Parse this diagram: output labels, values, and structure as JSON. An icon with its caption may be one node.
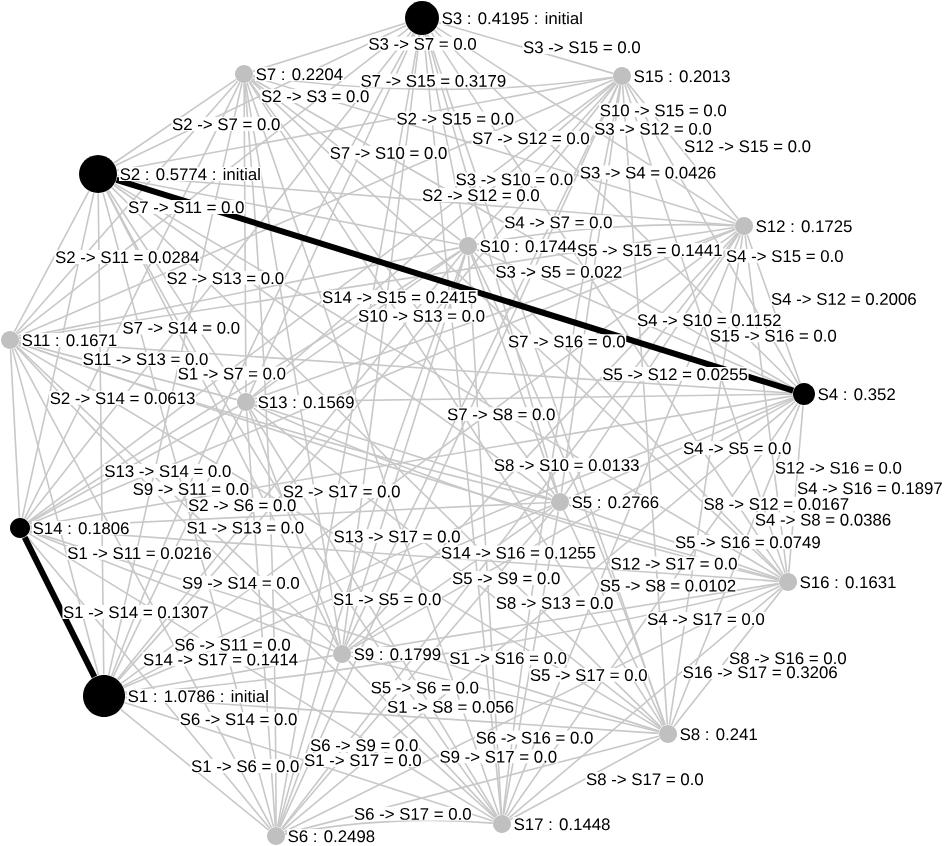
{
  "diagram": {
    "nodes": [
      {
        "text": [],
        "shape": "circle",
        "beside": [
          "S3 : 0.4195 : initial"
        ]
      },
      {
        "text": [],
        "shape": "circle",
        "beside": [
          "S7 : 0.2204"
        ]
      },
      {
        "text": [],
        "shape": "circle",
        "beside": [
          "S15 : 0.2013"
        ]
      },
      {
        "text": [],
        "shape": "circle",
        "beside": [
          "S2 : 0.5774 : initial"
        ]
      },
      {
        "text": [],
        "shape": "circle",
        "beside": [
          "S12 : 0.1725"
        ]
      },
      {
        "text": [],
        "shape": "circle",
        "beside": [
          "S10 : 0.1744"
        ]
      },
      {
        "text": [],
        "shape": "circle",
        "beside": [
          "S11 : 0.1671"
        ]
      },
      {
        "text": [],
        "shape": "circle",
        "beside": [
          "S4 : 0.352"
        ]
      },
      {
        "text": [],
        "shape": "circle",
        "beside": [
          "S13 : 0.1569"
        ]
      },
      {
        "text": [],
        "shape": "circle",
        "beside": [
          "S5 : 0.2766"
        ]
      },
      {
        "text": [],
        "shape": "circle",
        "beside": [
          "S14 : 0.1806"
        ]
      },
      {
        "text": [],
        "shape": "circle",
        "beside": [
          "S16 : 0.1631"
        ]
      },
      {
        "text": [],
        "shape": "circle",
        "beside": [
          "S9 : 0.1799"
        ]
      },
      {
        "text": [],
        "shape": "circle",
        "beside": [
          "S1 : 1.0786 : initial"
        ]
      },
      {
        "text": [],
        "shape": "circle",
        "beside": [
          "S8 : 0.241"
        ]
      },
      {
        "text": [],
        "shape": "circle",
        "beside": [
          "S17 : 0.1448"
        ]
      },
      {
        "text": [],
        "shape": "circle",
        "beside": [
          "S6 : 0.2498"
        ]
      }
    ],
    "edges": [
      {
        "from": 13,
        "to": 3,
        "arrow": "none"
      },
      {
        "from": 13,
        "to": 0,
        "arrow": "none"
      },
      {
        "from": 13,
        "to": 7,
        "arrow": "none"
      },
      {
        "from": 13,
        "to": 9,
        "arrow": "none",
        "label": "S1 -> S5 = 0.0"
      },
      {
        "from": 13,
        "to": 16,
        "arrow": "none",
        "label": "S1 -> S6 = 0.0"
      },
      {
        "from": 13,
        "to": 1,
        "arrow": "none",
        "label": "S1 -> S7 = 0.0"
      },
      {
        "from": 13,
        "to": 14,
        "arrow": "none",
        "label": "S1 -> S8 = 0.056"
      },
      {
        "from": 13,
        "to": 12,
        "arrow": "none"
      },
      {
        "from": 13,
        "to": 5,
        "arrow": "none"
      },
      {
        "from": 13,
        "to": 6,
        "arrow": "none",
        "label": "S1 -> S11 = 0.0216"
      },
      {
        "from": 13,
        "to": 4,
        "arrow": "none"
      },
      {
        "from": 13,
        "to": 8,
        "arrow": "none",
        "label": "S1 -> S13 = 0.0"
      },
      {
        "from": 13,
        "to": 10,
        "arrow": "none",
        "label": "S1 -> S14 = 0.1307",
        "style": "thick",
        "color": "#000000"
      },
      {
        "from": 13,
        "to": 2,
        "arrow": "none"
      },
      {
        "from": 13,
        "to": 11,
        "arrow": "none",
        "label": "S1 -> S16 = 0.0"
      },
      {
        "from": 13,
        "to": 15,
        "arrow": "none",
        "label": "S1 -> S17 = 0.0"
      },
      {
        "from": 3,
        "to": 0,
        "arrow": "none",
        "label": "S2 -> S3 = 0.0"
      },
      {
        "from": 3,
        "to": 7,
        "arrow": "none",
        "style": "thick",
        "color": "#000000"
      },
      {
        "from": 3,
        "to": 9,
        "arrow": "none"
      },
      {
        "from": 3,
        "to": 16,
        "arrow": "none",
        "label": "S2 -> S6 = 0.0"
      },
      {
        "from": 3,
        "to": 1,
        "arrow": "none",
        "label": "S2 -> S7 = 0.0"
      },
      {
        "from": 3,
        "to": 14,
        "arrow": "none"
      },
      {
        "from": 3,
        "to": 12,
        "arrow": "none"
      },
      {
        "from": 3,
        "to": 5,
        "arrow": "none"
      },
      {
        "from": 3,
        "to": 6,
        "arrow": "none",
        "label": "S2 -> S11 = 0.0284"
      },
      {
        "from": 3,
        "to": 4,
        "arrow": "none",
        "label": "S2 -> S12 = 0.0"
      },
      {
        "from": 3,
        "to": 8,
        "arrow": "none",
        "label": "S2 -> S13 = 0.0"
      },
      {
        "from": 3,
        "to": 10,
        "arrow": "none",
        "label": "S2 -> S14 = 0.0613"
      },
      {
        "from": 3,
        "to": 2,
        "arrow": "none",
        "label": "S2 -> S15 = 0.0"
      },
      {
        "from": 3,
        "to": 11,
        "arrow": "none"
      },
      {
        "from": 3,
        "to": 15,
        "arrow": "none",
        "label": "S2 -> S17 = 0.0"
      },
      {
        "from": 0,
        "to": 7,
        "arrow": "none",
        "label": "S3 -> S4 = 0.0426"
      },
      {
        "from": 0,
        "to": 9,
        "arrow": "none",
        "label": "S3 -> S5 = 0.022"
      },
      {
        "from": 0,
        "to": 16,
        "arrow": "none"
      },
      {
        "from": 0,
        "to": 1,
        "arrow": "none",
        "label": "S3 -> S7 = 0.0"
      },
      {
        "from": 0,
        "to": 14,
        "arrow": "none"
      },
      {
        "from": 0,
        "to": 12,
        "arrow": "none"
      },
      {
        "from": 0,
        "to": 5,
        "arrow": "none",
        "label": "S3 -> S10 = 0.0"
      },
      {
        "from": 0,
        "to": 6,
        "arrow": "none"
      },
      {
        "from": 0,
        "to": 4,
        "arrow": "none",
        "label": "S3 -> S12 = 0.0"
      },
      {
        "from": 0,
        "to": 8,
        "arrow": "none"
      },
      {
        "from": 0,
        "to": 10,
        "arrow": "none"
      },
      {
        "from": 0,
        "to": 2,
        "arrow": "none",
        "label": "S3 -> S15 = 0.0"
      },
      {
        "from": 0,
        "to": 11,
        "arrow": "none"
      },
      {
        "from": 0,
        "to": 15,
        "arrow": "none"
      },
      {
        "from": 7,
        "to": 9,
        "arrow": "none",
        "label": "S4 -> S5 = 0.0"
      },
      {
        "from": 7,
        "to": 16,
        "arrow": "none"
      },
      {
        "from": 7,
        "to": 1,
        "arrow": "none",
        "label": "S4 -> S7 = 0.0"
      },
      {
        "from": 7,
        "to": 14,
        "arrow": "none",
        "label": "S4 -> S8 = 0.0386"
      },
      {
        "from": 7,
        "to": 12,
        "arrow": "none"
      },
      {
        "from": 7,
        "to": 5,
        "arrow": "none",
        "label": "S4 -> S10 = 0.1152"
      },
      {
        "from": 7,
        "to": 6,
        "arrow": "none"
      },
      {
        "from": 7,
        "to": 4,
        "arrow": "none",
        "label": "S4 -> S12 = 0.2006"
      },
      {
        "from": 7,
        "to": 8,
        "arrow": "none"
      },
      {
        "from": 7,
        "to": 10,
        "arrow": "none"
      },
      {
        "from": 7,
        "to": 2,
        "arrow": "none",
        "label": "S4 -> S15 = 0.0"
      },
      {
        "from": 7,
        "to": 11,
        "arrow": "none",
        "label": "S4 -> S16 = 0.1897"
      },
      {
        "from": 7,
        "to": 15,
        "arrow": "none",
        "label": "S4 -> S17 = 0.0"
      },
      {
        "from": 9,
        "to": 16,
        "arrow": "none",
        "label": "S5 -> S6 = 0.0"
      },
      {
        "from": 9,
        "to": 1,
        "arrow": "none"
      },
      {
        "from": 9,
        "to": 14,
        "arrow": "none",
        "label": "S5 -> S8 = 0.0102"
      },
      {
        "from": 9,
        "to": 12,
        "arrow": "none",
        "label": "S5 -> S9 = 0.0"
      },
      {
        "from": 9,
        "to": 5,
        "arrow": "none"
      },
      {
        "from": 9,
        "to": 6,
        "arrow": "none"
      },
      {
        "from": 9,
        "to": 4,
        "arrow": "none",
        "label": "S5 -> S12 = 0.0255"
      },
      {
        "from": 9,
        "to": 8,
        "arrow": "none"
      },
      {
        "from": 9,
        "to": 10,
        "arrow": "none"
      },
      {
        "from": 9,
        "to": 2,
        "arrow": "none",
        "label": "S5 -> S15 = 0.1441"
      },
      {
        "from": 9,
        "to": 11,
        "arrow": "none",
        "label": "S5 -> S16 = 0.0749"
      },
      {
        "from": 9,
        "to": 15,
        "arrow": "none",
        "label": "S5 -> S17 = 0.0"
      },
      {
        "from": 16,
        "to": 1,
        "arrow": "none"
      },
      {
        "from": 16,
        "to": 14,
        "arrow": "none"
      },
      {
        "from": 16,
        "to": 12,
        "arrow": "none",
        "label": "S6 -> S9 = 0.0"
      },
      {
        "from": 16,
        "to": 5,
        "arrow": "none"
      },
      {
        "from": 16,
        "to": 6,
        "arrow": "none",
        "label": "S6 -> S11 = 0.0"
      },
      {
        "from": 16,
        "to": 4,
        "arrow": "none"
      },
      {
        "from": 16,
        "to": 8,
        "arrow": "none"
      },
      {
        "from": 16,
        "to": 10,
        "arrow": "none",
        "label": "S6 -> S14 = 0.0"
      },
      {
        "from": 16,
        "to": 2,
        "arrow": "none"
      },
      {
        "from": 16,
        "to": 11,
        "arrow": "none",
        "label": "S6 -> S16 = 0.0"
      },
      {
        "from": 16,
        "to": 15,
        "arrow": "none",
        "label": "S6 -> S17 = 0.0"
      },
      {
        "from": 1,
        "to": 14,
        "arrow": "none",
        "label": "S7 -> S8 = 0.0"
      },
      {
        "from": 1,
        "to": 12,
        "arrow": "none"
      },
      {
        "from": 1,
        "to": 5,
        "arrow": "none",
        "label": "S7 -> S10 = 0.0"
      },
      {
        "from": 1,
        "to": 6,
        "arrow": "none",
        "label": "S7 -> S11 = 0.0"
      },
      {
        "from": 1,
        "to": 4,
        "arrow": "none",
        "label": "S7 -> S12 = 0.0"
      },
      {
        "from": 1,
        "to": 8,
        "arrow": "none"
      },
      {
        "from": 1,
        "to": 10,
        "arrow": "none",
        "label": "S7 -> S14 = 0.0"
      },
      {
        "from": 1,
        "to": 2,
        "arrow": "none",
        "label": "S7 -> S15 = 0.3179"
      },
      {
        "from": 1,
        "to": 11,
        "arrow": "none",
        "label": "S7 -> S16 = 0.0"
      },
      {
        "from": 1,
        "to": 15,
        "arrow": "none"
      },
      {
        "from": 14,
        "to": 12,
        "arrow": "none"
      },
      {
        "from": 14,
        "to": 5,
        "arrow": "none",
        "label": "S8 -> S10 = 0.0133"
      },
      {
        "from": 14,
        "to": 6,
        "arrow": "none"
      },
      {
        "from": 14,
        "to": 4,
        "arrow": "none",
        "label": "S8 -> S12 = 0.0167"
      },
      {
        "from": 14,
        "to": 8,
        "arrow": "none",
        "label": "S8 -> S13 = 0.0"
      },
      {
        "from": 14,
        "to": 10,
        "arrow": "none"
      },
      {
        "from": 14,
        "to": 2,
        "arrow": "none"
      },
      {
        "from": 14,
        "to": 11,
        "arrow": "none",
        "label": "S8 -> S16 = 0.0"
      },
      {
        "from": 14,
        "to": 15,
        "arrow": "none",
        "label": "S8 -> S17 = 0.0"
      },
      {
        "from": 12,
        "to": 5,
        "arrow": "none"
      },
      {
        "from": 12,
        "to": 6,
        "arrow": "none",
        "label": "S9 -> S11 = 0.0"
      },
      {
        "from": 12,
        "to": 4,
        "arrow": "none"
      },
      {
        "from": 12,
        "to": 8,
        "arrow": "none"
      },
      {
        "from": 12,
        "to": 10,
        "arrow": "none",
        "label": "S9 -> S14 = 0.0"
      },
      {
        "from": 12,
        "to": 2,
        "arrow": "none"
      },
      {
        "from": 12,
        "to": 11,
        "arrow": "none"
      },
      {
        "from": 12,
        "to": 15,
        "arrow": "none",
        "label": "S9 -> S17 = 0.0"
      },
      {
        "from": 5,
        "to": 6,
        "arrow": "none"
      },
      {
        "from": 5,
        "to": 4,
        "arrow": "none"
      },
      {
        "from": 5,
        "to": 8,
        "arrow": "none",
        "label": "S10 -> S13 = 0.0"
      },
      {
        "from": 5,
        "to": 10,
        "arrow": "none"
      },
      {
        "from": 5,
        "to": 2,
        "arrow": "none",
        "label": "S10 -> S15 = 0.0"
      },
      {
        "from": 5,
        "to": 11,
        "arrow": "none"
      },
      {
        "from": 5,
        "to": 15,
        "arrow": "none"
      },
      {
        "from": 6,
        "to": 4,
        "arrow": "none"
      },
      {
        "from": 6,
        "to": 8,
        "arrow": "none",
        "label": "S11 -> S13 = 0.0"
      },
      {
        "from": 6,
        "to": 10,
        "arrow": "none"
      },
      {
        "from": 6,
        "to": 2,
        "arrow": "none"
      },
      {
        "from": 6,
        "to": 11,
        "arrow": "none"
      },
      {
        "from": 6,
        "to": 15,
        "arrow": "none"
      },
      {
        "from": 4,
        "to": 8,
        "arrow": "none"
      },
      {
        "from": 4,
        "to": 10,
        "arrow": "none"
      },
      {
        "from": 4,
        "to": 2,
        "arrow": "none",
        "label": "S12 -> S15 = 0.0"
      },
      {
        "from": 4,
        "to": 11,
        "arrow": "none",
        "label": "S12 -> S16 = 0.0"
      },
      {
        "from": 4,
        "to": 15,
        "arrow": "none",
        "label": "S12 -> S17 = 0.0"
      },
      {
        "from": 8,
        "to": 10,
        "arrow": "none",
        "label": "S13 -> S14 = 0.0"
      },
      {
        "from": 8,
        "to": 2,
        "arrow": "none"
      },
      {
        "from": 8,
        "to": 11,
        "arrow": "none"
      },
      {
        "from": 8,
        "to": 15,
        "arrow": "none",
        "label": "S13 -> S17 = 0.0"
      },
      {
        "from": 10,
        "to": 2,
        "arrow": "none",
        "label": "S14 -> S15 = 0.2415"
      },
      {
        "from": 10,
        "to": 11,
        "arrow": "none",
        "label": "S14 -> S16 = 0.1255"
      },
      {
        "from": 10,
        "to": 15,
        "arrow": "none",
        "label": "S14 -> S17 = 0.1414"
      },
      {
        "from": 2,
        "to": 11,
        "arrow": "none",
        "label": "S15 -> S16 = 0.0"
      },
      {
        "from": 2,
        "to": 15,
        "arrow": "none"
      },
      {
        "from": 11,
        "to": 15,
        "arrow": "none",
        "label": "S16 -> S17 = 0.3206"
      }
    ]
  }
}
